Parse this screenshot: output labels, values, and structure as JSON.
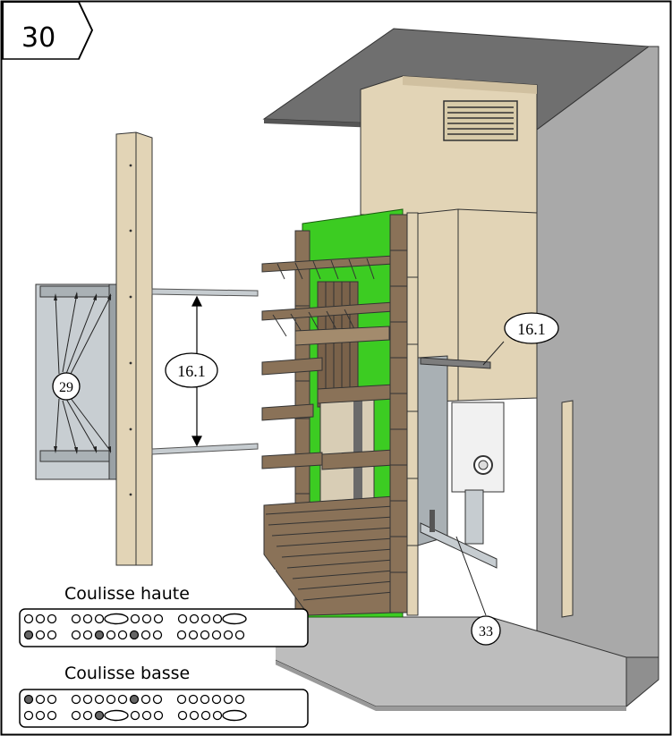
{
  "step": {
    "number": "30"
  },
  "callouts": {
    "dim_left": "16.1",
    "dim_right": "16.1",
    "part_29": "29",
    "part_33": "33"
  },
  "legend": {
    "top_label": "Coulisse haute",
    "bottom_label": "Coulisse basse",
    "top_strip": {
      "row1": [
        "o",
        "o",
        "o",
        "_",
        "o",
        "o",
        "o",
        "E",
        "o",
        "o",
        "o",
        "_",
        "o",
        "o",
        "o",
        "o",
        "E"
      ],
      "row2": [
        "f",
        "o",
        "o",
        "_",
        "o",
        "o",
        "f",
        "o",
        "o",
        "f",
        "o",
        "o",
        "_",
        "o",
        "o",
        "o",
        "o",
        "o",
        "o"
      ]
    },
    "bottom_strip": {
      "row1": [
        "f",
        "o",
        "o",
        "_",
        "o",
        "o",
        "o",
        "o",
        "o",
        "f",
        "o",
        "o",
        "_",
        "o",
        "o",
        "o",
        "o",
        "o",
        "o"
      ],
      "row2": [
        "o",
        "o",
        "o",
        "_",
        "o",
        "o",
        "f",
        "E",
        "o",
        "o",
        "o",
        "_",
        "o",
        "o",
        "o",
        "o",
        "E"
      ]
    }
  },
  "colors": {
    "panel": "#e2d4b6",
    "panel_shadow": "#cdbd9c",
    "wood": "#8a7258",
    "wood_light": "#a38b6d",
    "green": "#3ccc22",
    "gray_wall": "#a9a9a9",
    "gray_dark": "#7d7d7d",
    "floor": "#bdbdbd",
    "metal": "#c6ccd0"
  }
}
